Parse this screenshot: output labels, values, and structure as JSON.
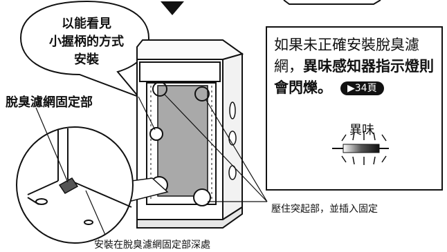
{
  "bubble": {
    "lines": [
      "以能看見",
      "小握柄的方式",
      "安裝"
    ]
  },
  "labels": {
    "filter_fixing_part": "脫臭濾網固定部",
    "install_deep": "安裝在脫臭濾網固定部深處",
    "press_protrusion": "壓住突起部，並插入固定"
  },
  "note": {
    "text_normal": "如果未正確安裝脫臭濾網，",
    "text_bold": "異味感知器指示燈則會閃爍。",
    "page_ref": "▶34頁",
    "sensor_label": "異味"
  }
}
